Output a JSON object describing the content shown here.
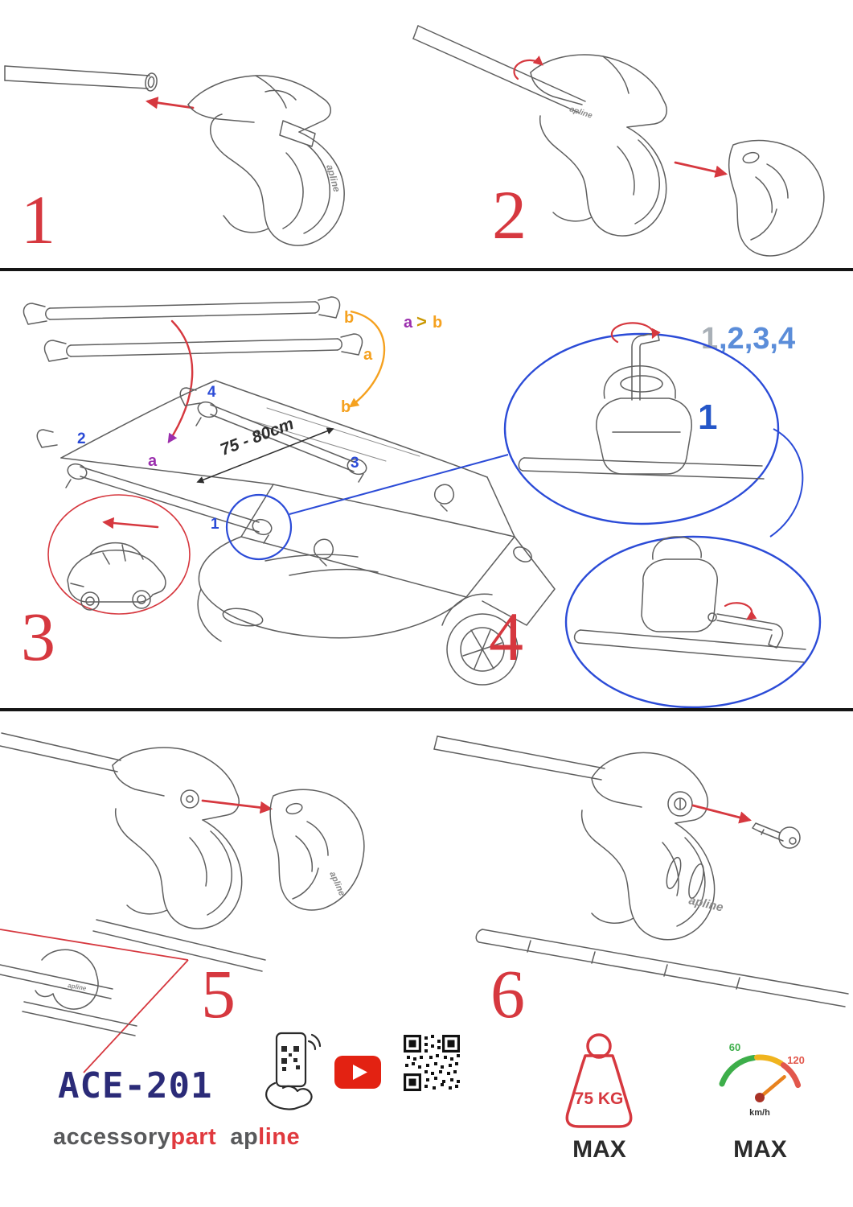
{
  "brand": {
    "name": "apline"
  },
  "steps": {
    "n1": "1",
    "n2": "2",
    "n3": "3",
    "n4": "4",
    "n5": "5",
    "n6": "6"
  },
  "mid": {
    "bar_top_label": "b",
    "bar_bottom_label": "a",
    "order_a": "a",
    "order_gt": ">",
    "order_b": "b",
    "span": "75 - 80cm",
    "seq_first": "1",
    "seq_rest": ",2,3,4",
    "pos_1": "1",
    "pos_2": "2",
    "pos_3": "3",
    "pos_4": "4",
    "roof_a": "a",
    "roof_b": "b",
    "detail_label": "1"
  },
  "footer": {
    "model": "ACE-201",
    "word_accessory": "accessory",
    "word_part": "part",
    "word_ap": "ap",
    "word_line": "line",
    "weight": "75 KG",
    "weight_max": "MAX",
    "speed_low": "60",
    "speed_high": "120",
    "speed_unit": "km/h",
    "speed_max": "MAX"
  },
  "colors": {
    "step_red": "#d6383f",
    "callout_blue": "#2b4bd7",
    "sequence_blue": "#5b8dd9",
    "purple": "#9b2fae",
    "orange": "#f5a11f",
    "model_navy": "#2b2b78",
    "brand_red": "#e0393e",
    "speed_green": "#3dae4a",
    "speed_redzone": "#e2574c"
  }
}
